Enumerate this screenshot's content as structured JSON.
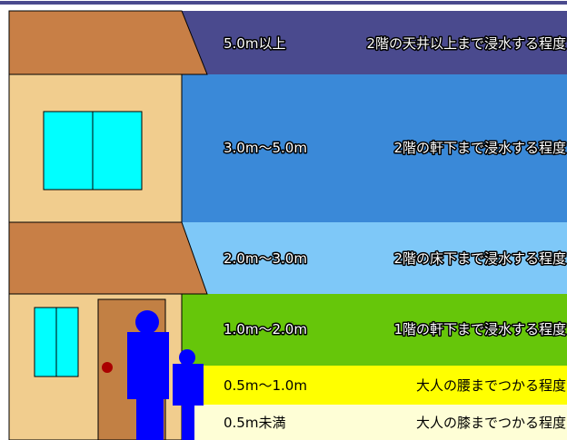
{
  "levels": [
    {
      "id": "lv5",
      "depth": "5.0m以上",
      "desc": "2階の天井以上まで浸水する程度",
      "color": "#4a4a8e"
    },
    {
      "id": "lv4",
      "depth": "3.0m～5.0m",
      "desc": "2階の軒下まで浸水する程度",
      "color": "#3a89d8"
    },
    {
      "id": "lv3",
      "depth": "2.0m～3.0m",
      "desc": "2階の床下まで浸水する程度",
      "color": "#7ec8f8"
    },
    {
      "id": "lv2",
      "depth": "1.0m～2.0m",
      "desc": "1階の軒下まで浸水する程度",
      "color": "#66c60a"
    },
    {
      "id": "lv1",
      "depth": "0.5m～1.0m",
      "desc": "大人の腰までつかる程度",
      "color": "#ffff00"
    },
    {
      "id": "lv0",
      "depth": "0.5m未満",
      "desc": "大人の膝までつかる程度",
      "color": "#fefed6"
    }
  ],
  "colors": {
    "roof": "#c87f46",
    "wall": "#f1cd8e",
    "window": "#00ffff",
    "door": "#c28044",
    "knob": "#aa0000",
    "person": "#0000ff"
  }
}
